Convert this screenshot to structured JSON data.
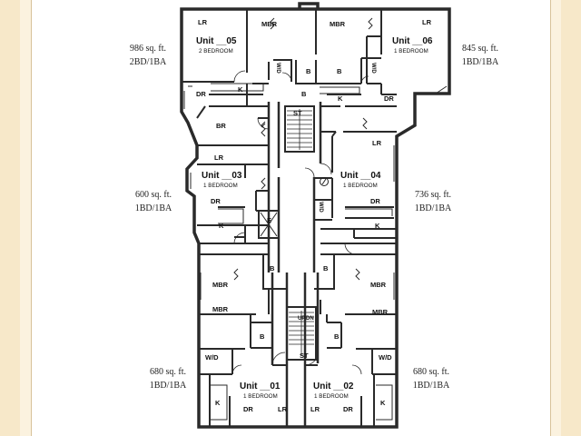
{
  "units": {
    "u05": {
      "name": "Unit __05",
      "type": "2 BEDROOM",
      "sqft": "986 sq. ft.",
      "bath": "2BD/1BA"
    },
    "u06": {
      "name": "Unit __06",
      "type": "1 BEDROOM",
      "sqft": "845 sq. ft.",
      "bath": "1BD/1BA"
    },
    "u03": {
      "name": "Unit __03",
      "type": "1 BEDROOM",
      "sqft": "600 sq. ft.",
      "bath": "1BD/1BA"
    },
    "u04": {
      "name": "Unit __04",
      "type": "1 BEDROOM",
      "sqft": "736 sq. ft.",
      "bath": "1BD/1BA"
    },
    "u01": {
      "name": "Unit __01",
      "type": "1 BEDROOM",
      "sqft": "680 sq. ft.",
      "bath": "1BD/1BA"
    },
    "u02": {
      "name": "Unit __02",
      "type": "1 BEDROOM",
      "sqft": "680 sq. ft.",
      "bath": "1BD/1BA"
    }
  },
  "rooms": {
    "lr": "LR",
    "mbr": "MBR",
    "br": "BR",
    "b": "B",
    "k": "K",
    "dr": "DR",
    "wd": "W/D",
    "st": "ST",
    "e": "E",
    "up": "UP",
    "dn": "DN"
  },
  "colors": {
    "wall": "#2a2a2a",
    "cream": "#f7e8c9",
    "paper": "#ffffff"
  }
}
